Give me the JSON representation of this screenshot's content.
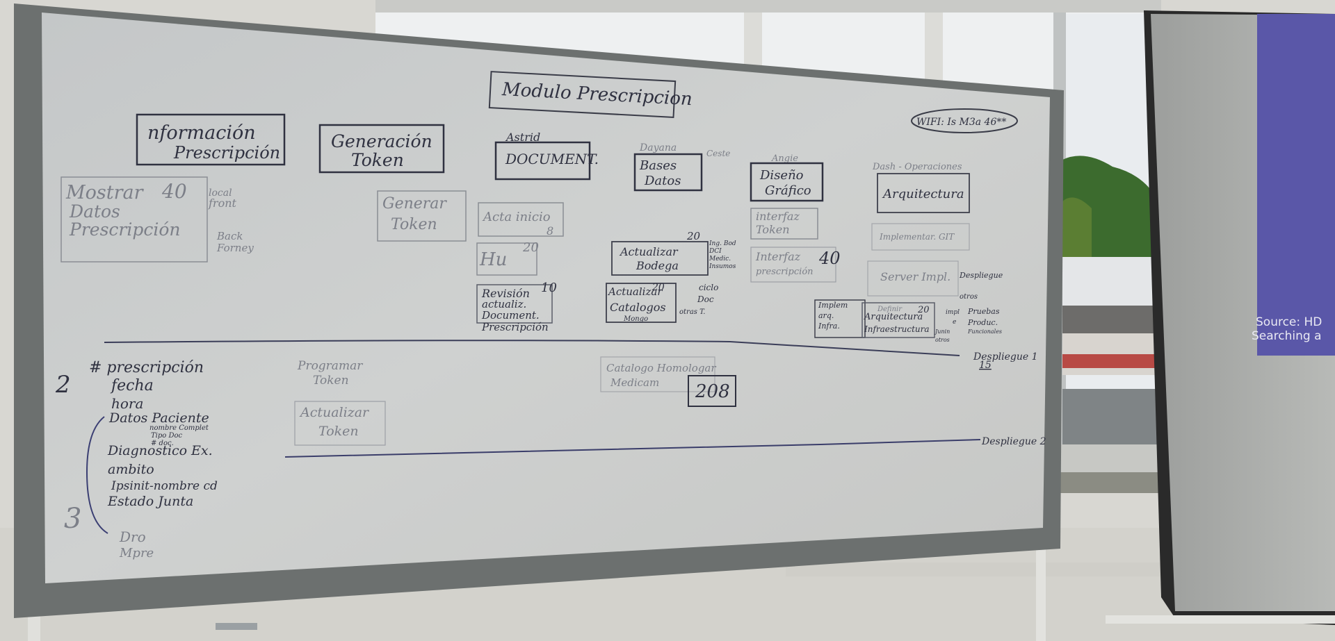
{
  "board": {
    "title": "Modulo Prescripcion",
    "wifi": "WIFI: Is M3a 46**",
    "columns": {
      "informacion": {
        "header": [
          "nformación",
          "Prescripción"
        ],
        "items": [
          "Mostrar",
          "Datos",
          "Prescripción"
        ],
        "estimate": "40",
        "notes": [
          "local",
          "front",
          "Back",
          "Forney"
        ]
      },
      "generacion": {
        "header": [
          "Generación",
          "Token"
        ],
        "items": [
          "Generar",
          "Token"
        ]
      },
      "document": {
        "owner": "Astrid",
        "header": "DOCUMENT.",
        "acta": "Acta inicio",
        "acta_est": "8",
        "hu": "Hu",
        "hu_est": "20",
        "revision": [
          "Revisión",
          "actualiz.",
          "Document.",
          "Prescripción"
        ],
        "revision_est": "10"
      },
      "bases": {
        "owner": "Dayana",
        "owner_extra": "Ceste",
        "header": [
          "Bases",
          "Datos"
        ],
        "bodega": [
          "Actualizar",
          "Bodega"
        ],
        "bodega_est": "20",
        "bodega_notes": [
          "Ing. Bod",
          "DCI",
          "Medic.",
          "Insumos"
        ],
        "catalogos": [
          "Actualizar",
          "Catalogos",
          "Mongo"
        ],
        "catalogos_est": "20",
        "catalogos_notes": [
          "ciclo",
          "Doc",
          "otras T."
        ]
      },
      "diseno": {
        "owner": "Angie",
        "header": [
          "Diseño",
          "Gráfico"
        ],
        "interfaz_token": [
          "interfaz",
          "Token"
        ],
        "interfaz_presc": [
          "Interfaz",
          "prescripción"
        ],
        "interfaz_presc_est": "40"
      },
      "devops": {
        "owner": "Dash - Operaciones",
        "header": "Arquitectura",
        "git": "Implementar. GIT",
        "server": "Server Impl.",
        "despliegue": "Despliegue",
        "otros": "otros",
        "implem": [
          "Implem",
          "arq.",
          "Infra."
        ],
        "infra": [
          "Definir",
          "Arquitectura",
          "Infraestructura"
        ],
        "infra_est": "20",
        "pruebas": [
          "Pruebas",
          "Produc.",
          "Funcionales"
        ],
        "impl_notes": [
          "impl",
          "e",
          "Junin",
          "otros"
        ]
      }
    },
    "lower": {
      "prescripcion_list": [
        "# prescripción",
        "fecha",
        "hora",
        "Datos Paciente",
        "Diagnostico Ex.",
        "ambito",
        "Ipsinit-nombre cd",
        "Estado Junta"
      ],
      "paciente_sub": [
        "nombre Complet",
        "Tipo Doc",
        "# doc."
      ],
      "dr_list": [
        "Dro",
        "Mpre"
      ],
      "num_left_1": "2",
      "num_left_2": "3",
      "programar": [
        "Programar",
        "Token"
      ],
      "actualizar_token": [
        "Actualizar",
        "Token"
      ],
      "catalogo": [
        "Catalogo Homologar",
        "Medicam"
      ],
      "catalogo_num": "208",
      "despliegue_1": "Despliegue 1",
      "despliegue_1_num": "15",
      "despliegue_2": "Despliegue 2"
    }
  },
  "projector": {
    "line1": "Source: HD",
    "line2": "Searching a"
  },
  "colors": {
    "board_surface": "#c9cbcb",
    "frame": "#6c706f",
    "marker": "#2f3140",
    "projector_blue": "#5a57a8"
  }
}
